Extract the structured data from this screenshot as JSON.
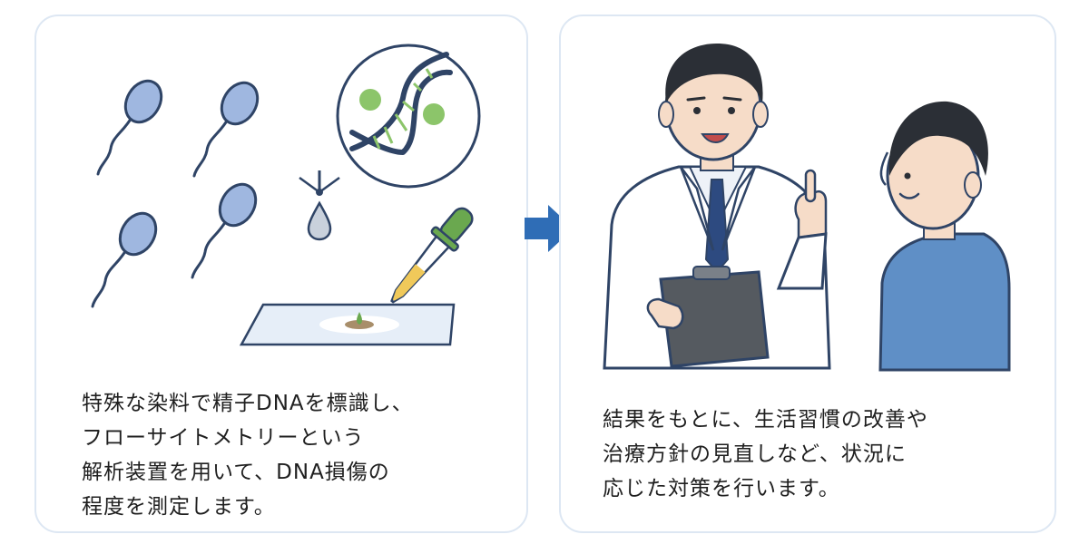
{
  "panels": [
    {
      "caption_lines": [
        "特殊な染料で精子DNAを標識し、",
        "フローサイトメトリーという",
        "解析装置を用いて、DNA損傷の",
        "程度を測定します。"
      ]
    },
    {
      "caption_lines": [
        "結果をもとに、生活習慣の改善や",
        "治療方針の見直しなど、状況に",
        "応じた対策を行います。"
      ]
    }
  ],
  "colors": {
    "panel_border": "#dde7f3",
    "sperm_fill": "#9fb7e0",
    "outline": "#2f4466",
    "arrow": "#2f6db6",
    "dna_green": "#8cc56a",
    "dropper_green": "#6aa84f",
    "shirt_blue": "#5f8fc6",
    "tie_navy": "#2d4a80",
    "clipboard": "#555a60"
  },
  "icons": [
    "sperm-icon",
    "dna-helix-icon",
    "drop-icon",
    "dropper-icon",
    "microscope-slide-icon",
    "doctor-figure",
    "patient-figure",
    "right-arrow-icon"
  ]
}
